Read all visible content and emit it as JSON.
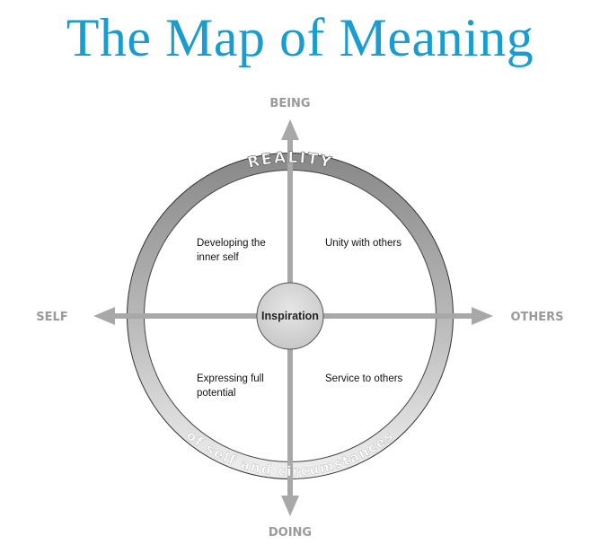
{
  "title": "The Map of Meaning",
  "axes": {
    "top": "BEING",
    "bottom": "DOING",
    "left": "SELF",
    "right": "OTHERS"
  },
  "ring": {
    "top_label": "REALITY",
    "bottom_label": "of self and circumstances"
  },
  "center": "Inspiration",
  "quadrants": {
    "top_left": [
      "Developing the",
      "inner self"
    ],
    "top_right": [
      "Unity with others"
    ],
    "bottom_left": [
      "Expressing full",
      "potential"
    ],
    "bottom_right": [
      "Service to others"
    ]
  },
  "colors": {
    "title": "#1b9ccf",
    "arrow": "#a8a8a8",
    "ring_dark": "#8c8c8c",
    "ring_light": "#ececec"
  }
}
